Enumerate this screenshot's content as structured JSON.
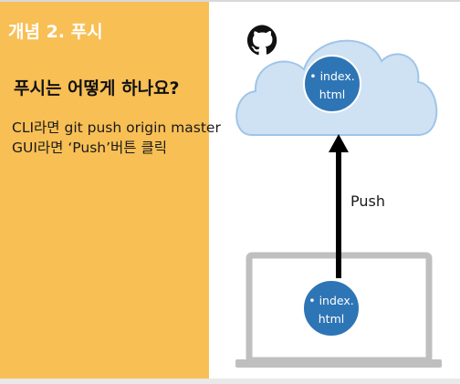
{
  "slide": {
    "title": "개념 2. 푸시",
    "subtitle": "푸시는 어떻게 하나요?",
    "body_lines": [
      "CLI라면 git push origin master",
      "GUI라면 ‘Push’버튼 클릭"
    ]
  },
  "diagram": {
    "cloud_file": {
      "line1": "• index.",
      "line2": "html"
    },
    "laptop_file": {
      "line1": "• index.",
      "line2": "html"
    },
    "arrow_label": "Push",
    "icons": [
      "github-icon",
      "cloud-icon",
      "laptop-icon",
      "up-arrow-icon"
    ]
  },
  "colors": {
    "left_panel": "#f8bf55",
    "title_text": "#ffffff",
    "cloud_fill": "#cfe2f3",
    "cloud_stroke": "#9fc5e8",
    "file_circle": "#2e75b6",
    "laptop": "#bfbfbf",
    "arrow": "#000000"
  }
}
